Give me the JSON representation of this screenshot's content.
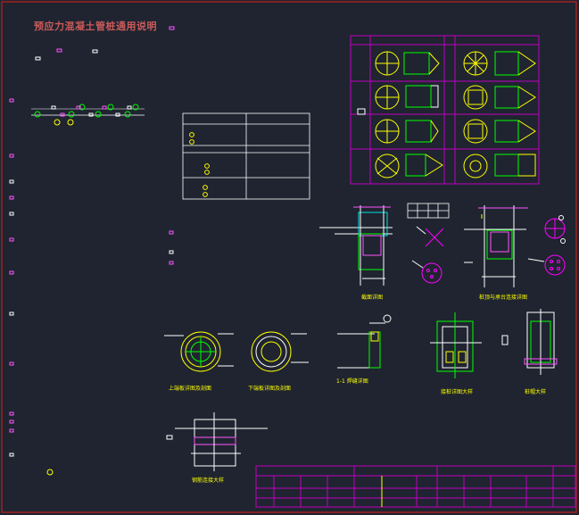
{
  "sheet": {
    "title": "预应力混凝土管桩通用说明",
    "colors": {
      "background": "#1f2430",
      "frame": "#a02020",
      "table_lines": "#ffffff",
      "title_block": "#c000c0",
      "title_text": "#c95a5a",
      "annotation": "#ffff00",
      "structure": "#00ff00",
      "bracket": "#ff00ff",
      "dimension": "#00e0e0"
    }
  },
  "details": {
    "section_1": "截面详图",
    "section_2": "桩顶与承台连接详图",
    "ring_1": "上端板详图及剖面",
    "ring_2": "下端板详图及剖面",
    "weld_detail": "1-1  焊缝详图",
    "joint_detail": "接桩详图大样",
    "cap_detail": "桩帽大样",
    "splice_detail": "钢筋连接大样"
  },
  "icons": [
    "circle-marker-icon",
    "section-ring-icon",
    "pile-shoe-icon"
  ]
}
